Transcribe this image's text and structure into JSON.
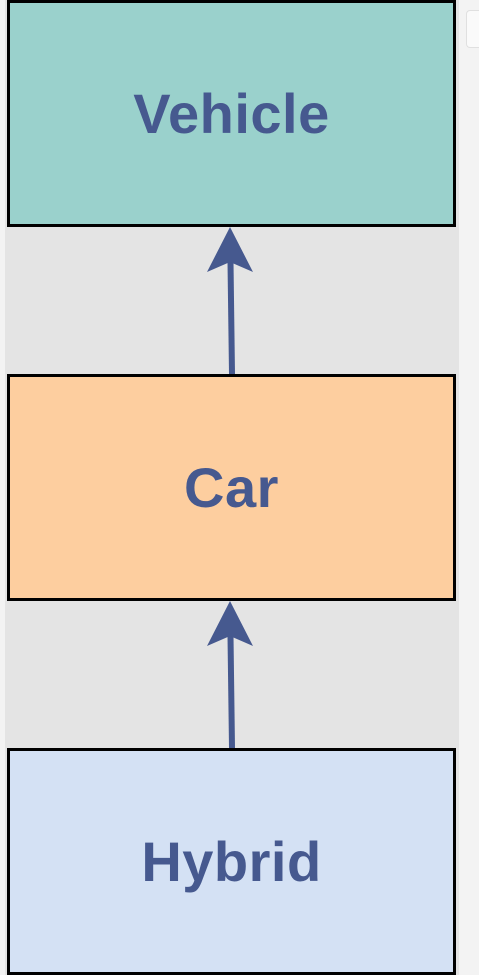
{
  "diagram": {
    "nodes": [
      {
        "id": "vehicle",
        "label": "Vehicle",
        "fill": "#9ad1cc"
      },
      {
        "id": "car",
        "label": "Car",
        "fill": "#fdce9f"
      },
      {
        "id": "hybrid",
        "label": "Hybrid",
        "fill": "#d4e1f4"
      }
    ],
    "edges": [
      {
        "from": "car",
        "to": "vehicle"
      },
      {
        "from": "hybrid",
        "to": "car"
      }
    ],
    "colors": {
      "text": "#46598f",
      "arrow": "#46598f",
      "border": "#000000",
      "background": "#e4e4e4"
    }
  }
}
